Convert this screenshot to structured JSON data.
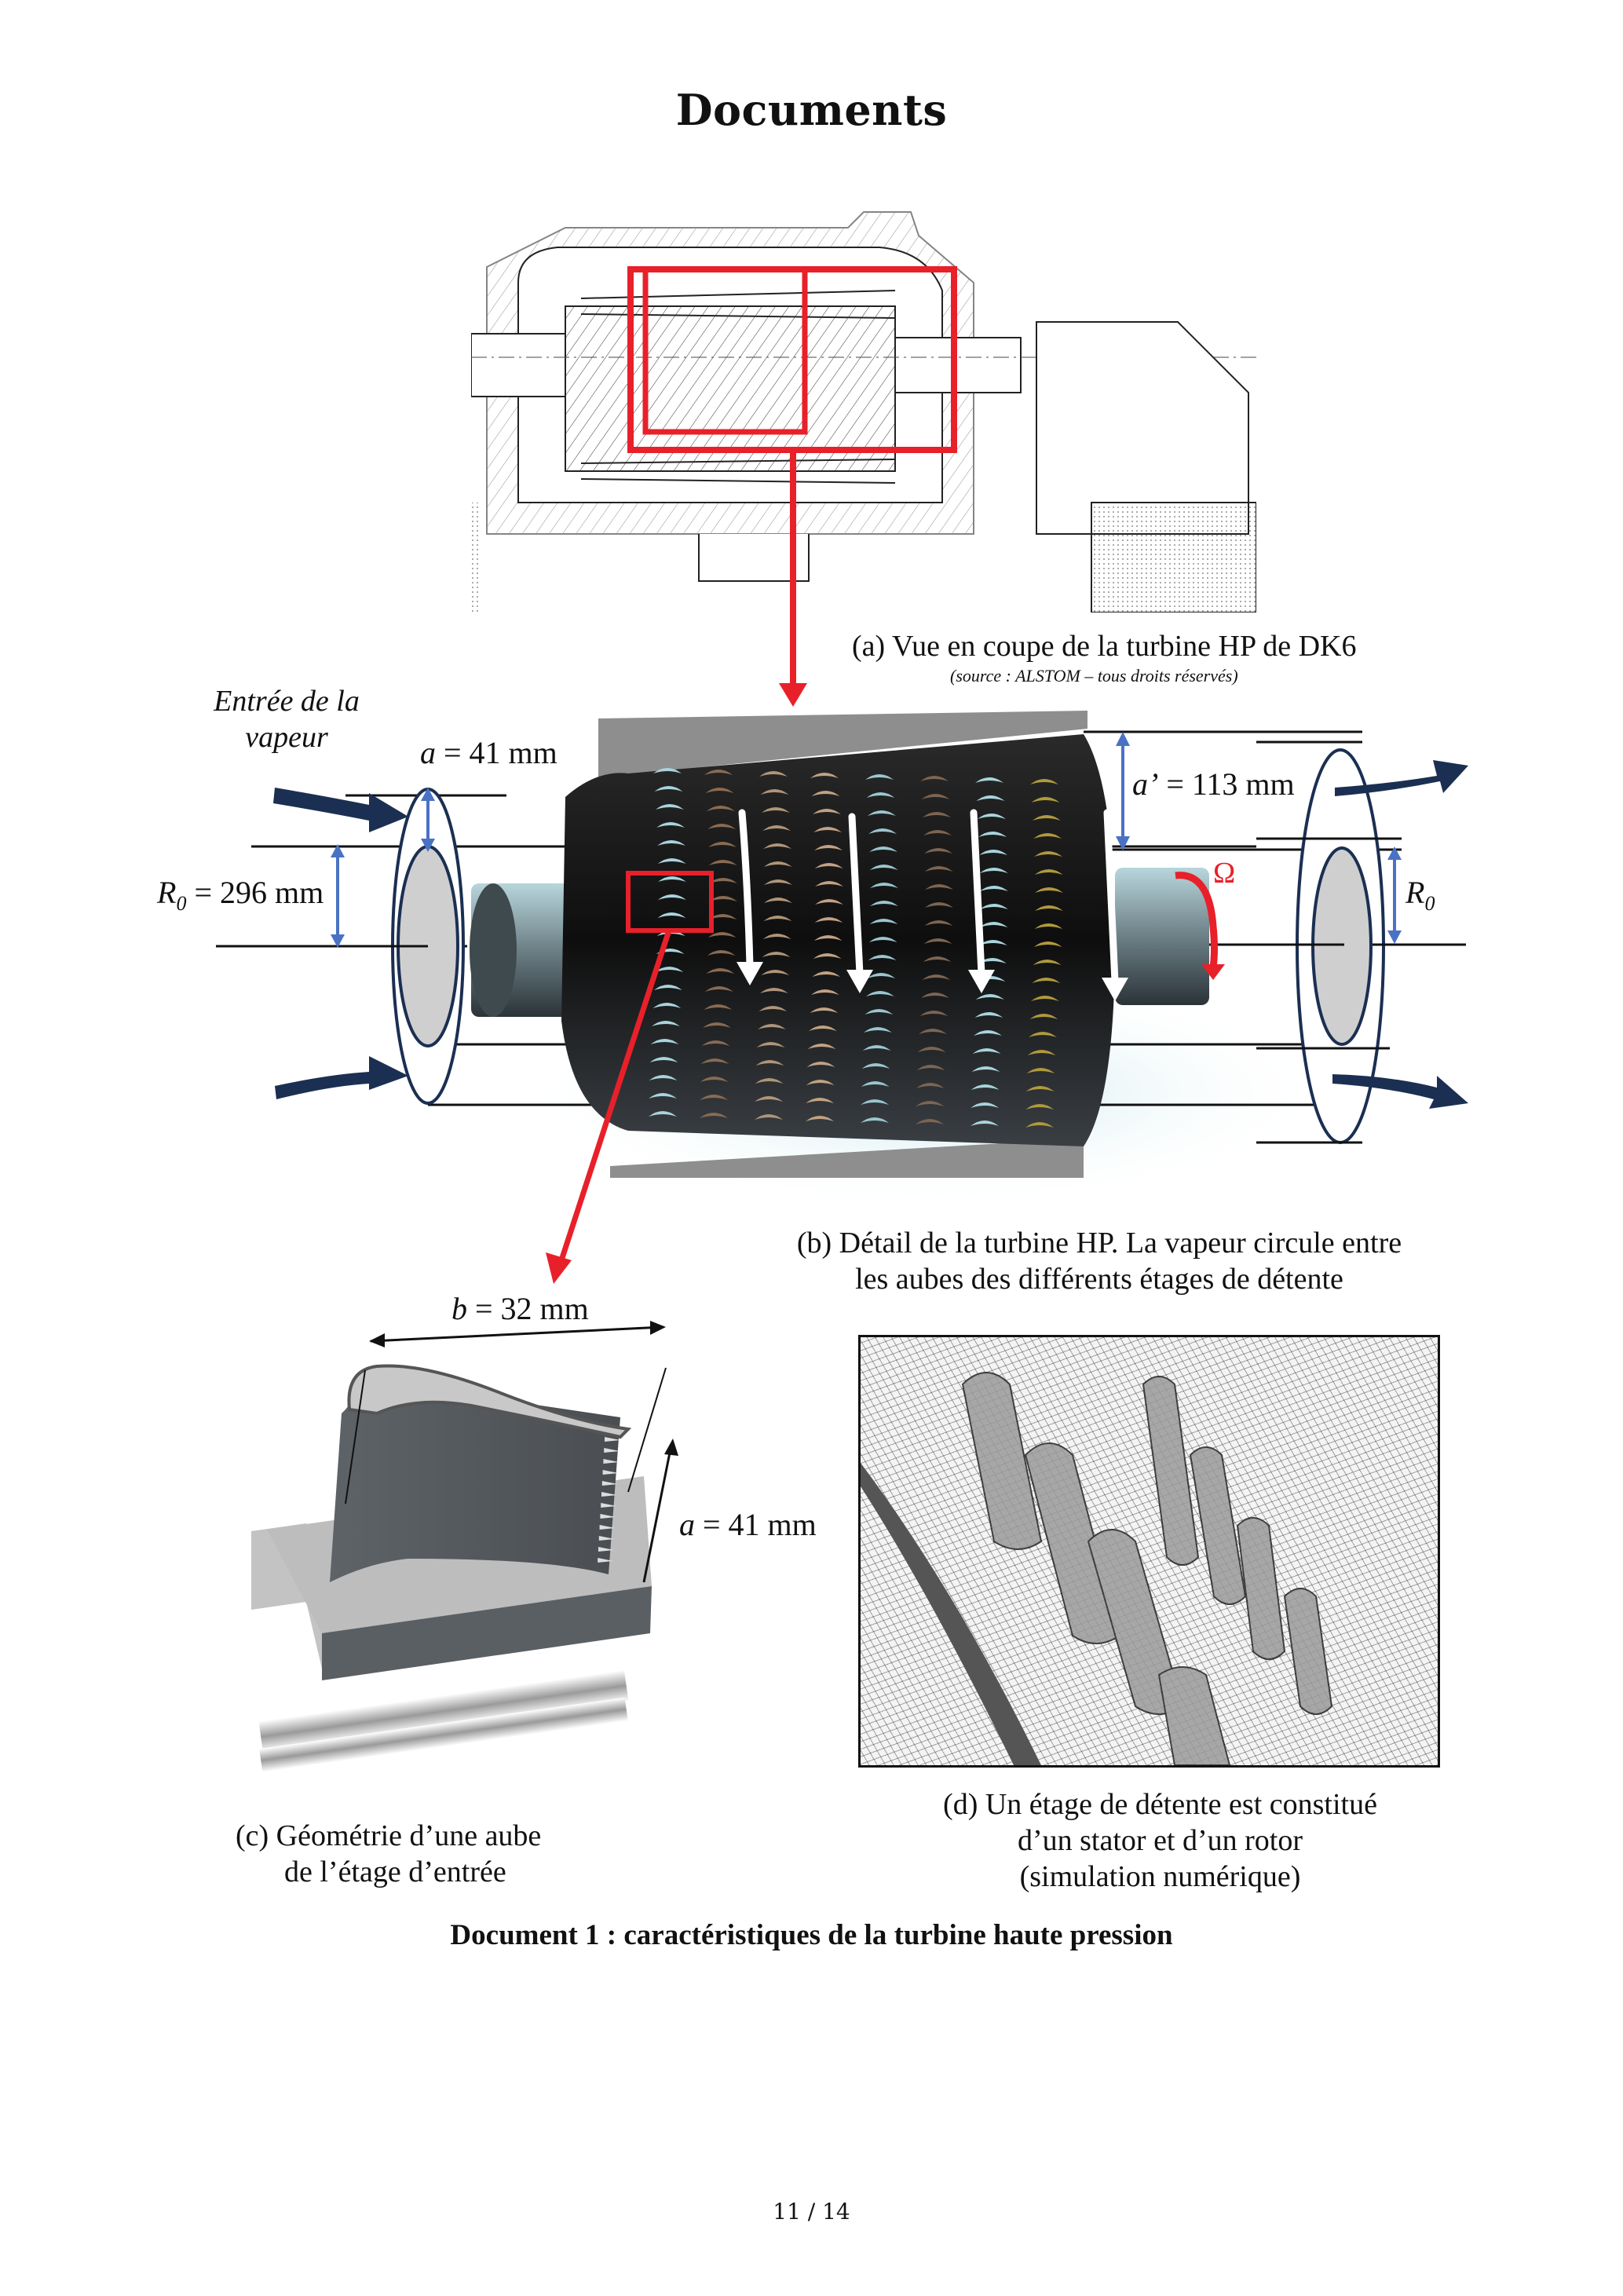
{
  "page": {
    "title": "Documents",
    "page_number": "11 / 14"
  },
  "figure_a": {
    "caption": "(a) Vue en coupe de la turbine HP de DK6",
    "source": "(source : ALSTOM – tous droits réservés)"
  },
  "figure_b": {
    "steam_inlet_line1": "Entrée de la",
    "steam_inlet_line2": "vapeur",
    "dim_a_symbol": "a",
    "dim_a_value": " = 41 mm",
    "dim_a_prime_symbol": "a’",
    "dim_a_prime_value": " = 113 mm",
    "dim_r0_symbol": "R",
    "dim_r0_subscript": "0",
    "dim_r0_value": " = 296 mm",
    "omega_symbol": "Ω",
    "caption_line1": "(b) Détail de la turbine HP. La vapeur circule entre",
    "caption_line2": "les aubes des différents étages de détente"
  },
  "figure_c": {
    "dim_b_symbol": "b",
    "dim_b_value": " = 32 mm",
    "dim_a_symbol": "a",
    "dim_a_value": " = 41 mm",
    "caption_line1": "(c) Géométrie d’une aube",
    "caption_line2": "de l’étage d’entrée"
  },
  "figure_d": {
    "caption_line1": "(d) Un étage de détente est constitué",
    "caption_line2": "d’un stator et d’un rotor",
    "caption_line3": "(simulation numérique)"
  },
  "document_title": "Document 1 : caractéristiques de la turbine haute pression",
  "colors": {
    "highlight_red": "#e8202a",
    "arrow_navy": "#1b2f52",
    "dimension_blue": "#4a72c4"
  }
}
